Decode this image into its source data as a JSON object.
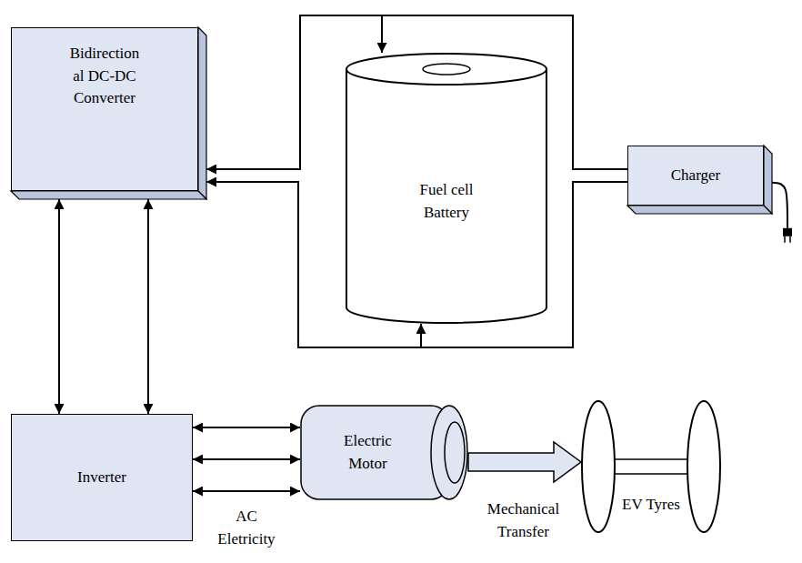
{
  "diagram": {
    "nodes": [
      {
        "text": [
          "Bidirection al DC-DC Converter"
        ]
      },
      {
        "text": [
          "Fuel cell Battery"
        ]
      },
      {
        "text": [
          "Charger"
        ]
      },
      {
        "text": [
          "Inverter"
        ]
      },
      {
        "text": [
          "Electric Motor"
        ]
      },
      {
        "text": [
          "EV Tyres"
        ]
      }
    ],
    "edges": [
      {
        "from": 2,
        "to": 1,
        "arrow": "to"
      },
      {
        "from": 2,
        "to": 0,
        "arrow": "to"
      },
      {
        "from": 2,
        "to": 1,
        "arrow": "to"
      },
      {
        "from": 1,
        "to": 0,
        "arrow": "to"
      },
      {
        "from": 0,
        "to": 3,
        "arrow": "both"
      },
      {
        "from": 0,
        "to": 3,
        "arrow": "both"
      },
      {
        "from": 3,
        "to": 4,
        "arrow": "both"
      },
      {
        "from": 3,
        "to": 4,
        "arrow": "both"
      },
      {
        "from": 3,
        "to": 4,
        "arrow": "both",
        "label": "AC Eletricity"
      },
      {
        "from": 4,
        "to": 5,
        "arrow": "to",
        "label": "Mechanical Transfer"
      }
    ]
  }
}
